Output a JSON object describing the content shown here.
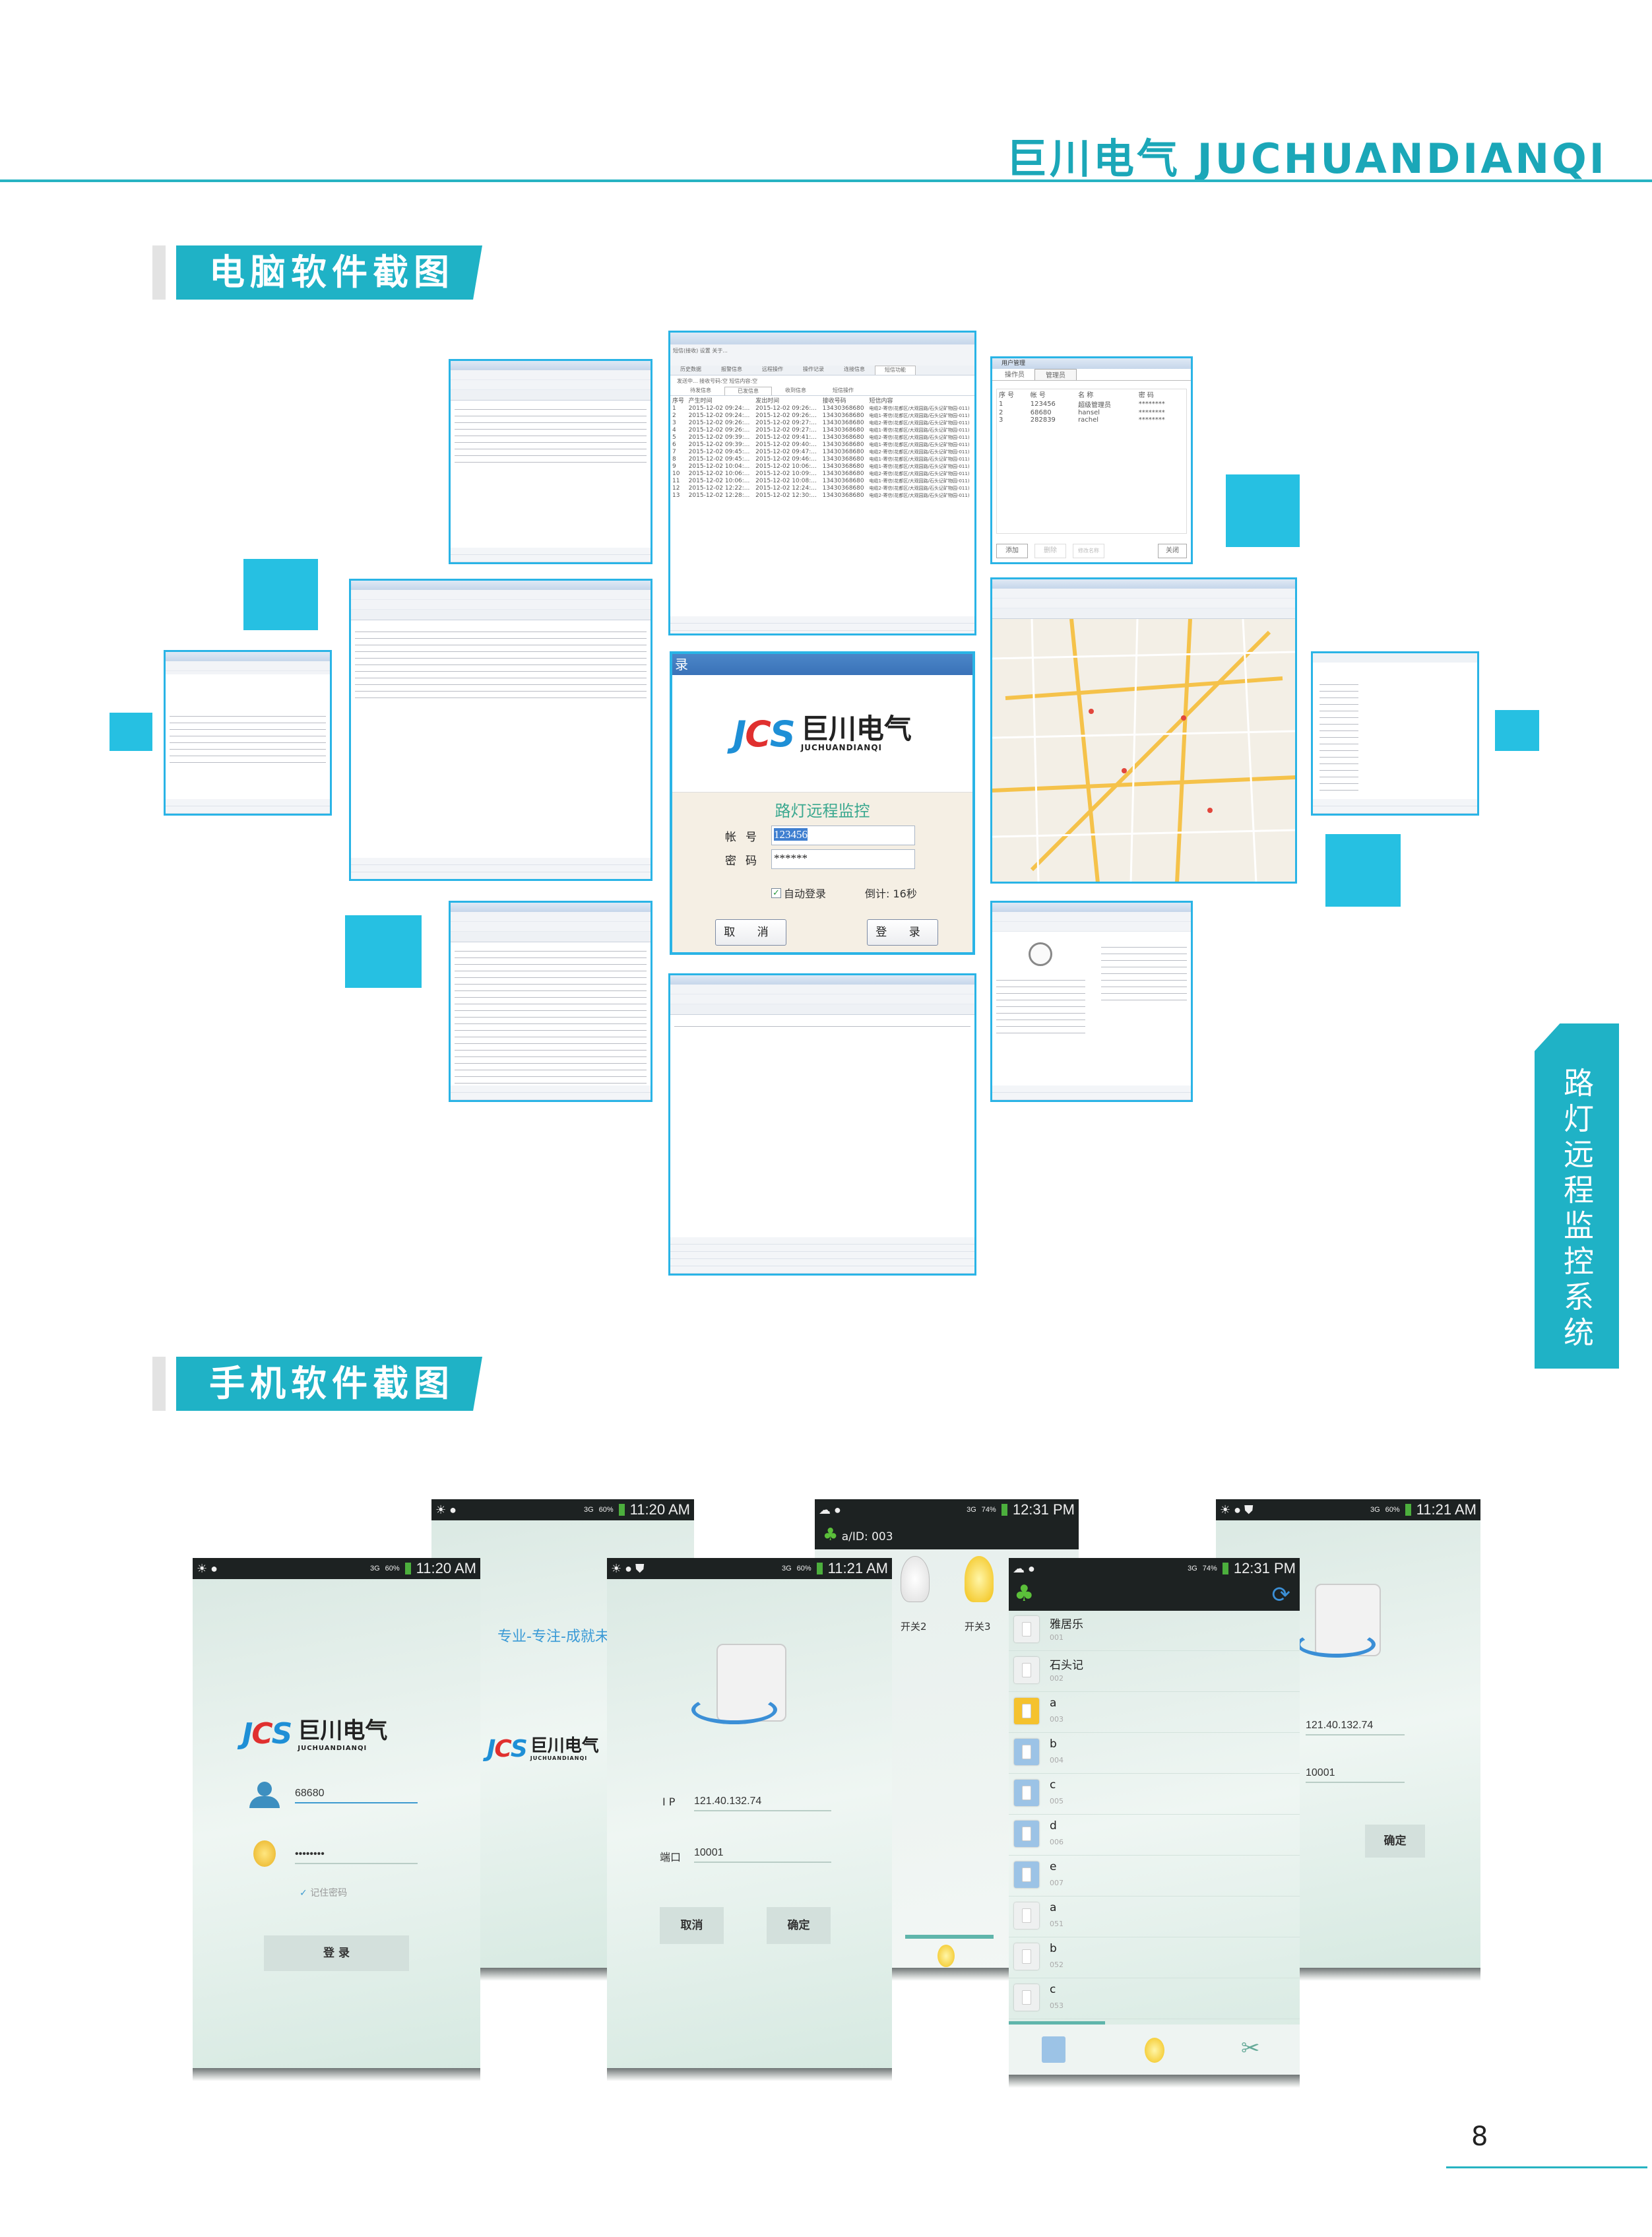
{
  "brand": {
    "text": "巨川电气 JUCHUANDIANQI"
  },
  "sections": {
    "pc_title": "电脑软件截图",
    "mobile_title": "手机软件截图"
  },
  "side_tab": "路灯远程监控系统",
  "page_number": "8",
  "colors": {
    "accent": "#1fb2c6",
    "square": "#26c0e2",
    "window_border": "#2ab4e6"
  },
  "logo": {
    "mark": "JCS",
    "cn": "巨川电气",
    "en": "JUCHUANDIANQI"
  },
  "sms_window": {
    "menu": [
      "短信(接收) 设置",
      "关于..."
    ],
    "tabs": [
      "历史数据",
      "报警信息",
      "远程操作",
      "操作记录",
      "连接信息",
      "短信功能"
    ],
    "status": "发送中...  接收号码:空  短信内容:空",
    "subtabs": [
      "待发信息",
      "已发信息",
      "收到信息",
      "短信操作"
    ],
    "columns": [
      "序号",
      "产生时间",
      "发出时间",
      "接收号码",
      "短信内容"
    ],
    "rows": [
      [
        "1",
        "2015-12-02 09:24:...",
        "2015-12-02 09:26:...",
        "13430368680",
        "电缆2-寄信(花都区/大观园路/石头记矿物园-011)"
      ],
      [
        "2",
        "2015-12-02 09:24:...",
        "2015-12-02 09:26:...",
        "13430368680",
        "电缆1-寄信(花都区/大观园路/石头记矿物园-011)"
      ],
      [
        "3",
        "2015-12-02 09:26:...",
        "2015-12-02 09:27:...",
        "13430368680",
        "电缆2-寄信(花都区/大观园路/石头记矿物园-011)"
      ],
      [
        "4",
        "2015-12-02 09:26:...",
        "2015-12-02 09:27:...",
        "13430368680",
        "电缆1-寄信(花都区/大观园路/石头记矿物园-011)"
      ],
      [
        "5",
        "2015-12-02 09:39:...",
        "2015-12-02 09:41:...",
        "13430368680",
        "电缆2-寄信(花都区/大观园路/石头记矿物园-011)"
      ],
      [
        "6",
        "2015-12-02 09:39:...",
        "2015-12-02 09:40:...",
        "13430368680",
        "电缆1-寄信(花都区/大观园路/石头记矿物园-011)"
      ],
      [
        "7",
        "2015-12-02 09:45:...",
        "2015-12-02 09:47:...",
        "13430368680",
        "电缆2-寄信(花都区/大观园路/石头记矿物园-011)"
      ],
      [
        "8",
        "2015-12-02 09:45:...",
        "2015-12-02 09:46:...",
        "13430368680",
        "电缆1-寄信(花都区/大观园路/石头记矿物园-011)"
      ],
      [
        "9",
        "2015-12-02 10:04:...",
        "2015-12-02 10:06:...",
        "13430368680",
        "电缆1-寄信(花都区/大观园路/石头记矿物园-011)"
      ],
      [
        "10",
        "2015-12-02 10:06:...",
        "2015-12-02 10:09:...",
        "13430368680",
        "电缆2-寄信(花都区/大观园路/石头记矿物园-011)"
      ],
      [
        "11",
        "2015-12-02 10:06:...",
        "2015-12-02 10:08:...",
        "13430368680",
        "电缆1-寄信(花都区/大观园路/石头记矿物园-011)"
      ],
      [
        "12",
        "2015-12-02 12:22:...",
        "2015-12-02 12:24:...",
        "13430368680",
        "电缆2-寄信(花都区/大观园路/石头记矿物园-011)"
      ],
      [
        "13",
        "2015-12-02 12:28:...",
        "2015-12-02 12:30:...",
        "13430368680",
        "电缆2-寄信(花都区/大观园路/石头记矿物园-011)"
      ]
    ]
  },
  "user_window": {
    "title": "用户管理",
    "tabs": [
      "操作员",
      "管理员"
    ],
    "columns": [
      "序 号",
      "帐 号",
      "名 称",
      "密 码"
    ],
    "rows": [
      [
        "1",
        "123456",
        "超级管理员",
        "********"
      ],
      [
        "2",
        "68680",
        "hansel",
        "********"
      ],
      [
        "3",
        "282839",
        "rachel",
        "********"
      ]
    ],
    "buttons": {
      "add": "添加",
      "delete": "删除",
      "rename": "修改名称",
      "close": "关闭"
    }
  },
  "login_dialog": {
    "title": "录",
    "app_title": "路灯远程监控",
    "account_label": "帐号",
    "account_value": "123456",
    "password_label": "密码",
    "password_value": "******",
    "auto_login": "自动登录",
    "auto_login_checked": true,
    "countdown": "倒计: 16秒",
    "cancel": "取 消",
    "login": "登 录"
  },
  "phones": {
    "login": {
      "time": "11:20 AM",
      "battery": "60%",
      "network": "3G",
      "username": "68680",
      "password": "••••••••",
      "remember": "记住密码",
      "remember_checked": true,
      "login_button": "登 录"
    },
    "splash": {
      "time": "11:20 AM",
      "battery": "60%",
      "network": "3G",
      "slogan": "专业-专注-成就未"
    },
    "server": {
      "time": "11:21 AM",
      "battery": "60%",
      "network": "3G",
      "ip_label": "I P",
      "ip": "121.40.132.74",
      "port_label": "端口",
      "port": "10001",
      "cancel": "取消",
      "ok": "确定"
    },
    "switches": {
      "time": "12:31 PM",
      "battery": "74%",
      "network": "3G",
      "header": "a/ID: 003",
      "switch2": "开关2",
      "switch3": "开关3",
      "switch3_on": true
    },
    "list": {
      "time": "12:31 PM",
      "battery": "74%",
      "network": "3G",
      "items": [
        {
          "name": "雅居乐",
          "id": "001",
          "state": "none"
        },
        {
          "name": "石头记",
          "id": "002",
          "state": "none"
        },
        {
          "name": "a",
          "id": "003",
          "state": "on"
        },
        {
          "name": "b",
          "id": "004",
          "state": "off"
        },
        {
          "name": "c",
          "id": "005",
          "state": "off"
        },
        {
          "name": "d",
          "id": "006",
          "state": "off"
        },
        {
          "name": "e",
          "id": "007",
          "state": "off"
        },
        {
          "name": "a",
          "id": "051",
          "state": "none"
        },
        {
          "name": "b",
          "id": "052",
          "state": "none"
        },
        {
          "name": "c",
          "id": "053",
          "state": "none"
        }
      ]
    },
    "server2": {
      "time": "11:21 AM",
      "battery": "60%",
      "network": "3G",
      "ip": "121.40.132.74",
      "port": "10001",
      "ok": "确定"
    }
  }
}
